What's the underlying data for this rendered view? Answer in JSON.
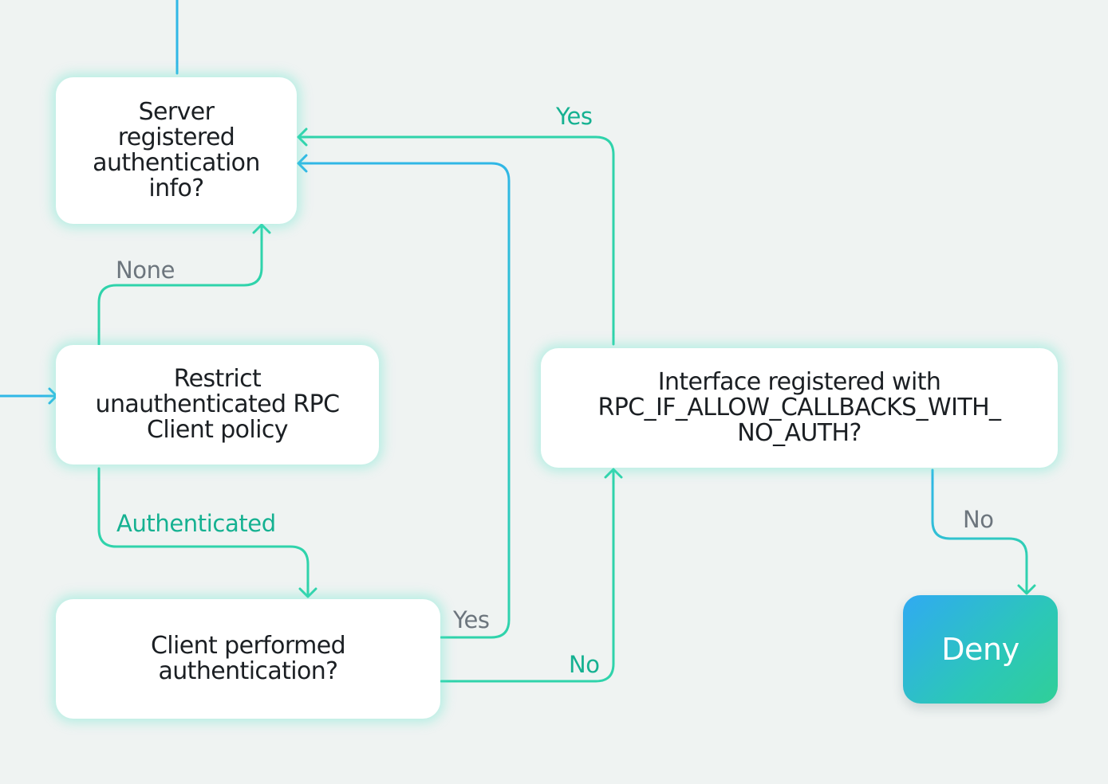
{
  "colors": {
    "background": "#eff3f2",
    "node_fill": "#ffffff",
    "node_glow": "#50e4c8",
    "edge_green": "#2fd3ab",
    "edge_blue": "#30b7e6",
    "label_green": "#15b191",
    "label_gray": "#6c757d",
    "deny_gradient_start": "#30aaf2",
    "deny_gradient_end": "#30cf98"
  },
  "nodes": {
    "server_registered_auth": "Server\nregistered\nauthentication\ninfo?",
    "restrict_policy": "Restrict\nunauthenticated RPC\nClient policy",
    "client_performed_auth": "Client performed\nauthentication?",
    "interface_registered": "Interface registered with\nRPC_IF_ALLOW_CALLBACKS_WITH_\nNO_AUTH?",
    "deny": "Deny"
  },
  "edge_labels": {
    "interface_yes": "Yes",
    "policy_none": "None",
    "policy_authenticated": "Authenticated",
    "client_yes": "Yes",
    "client_no": "No",
    "interface_no": "No"
  }
}
